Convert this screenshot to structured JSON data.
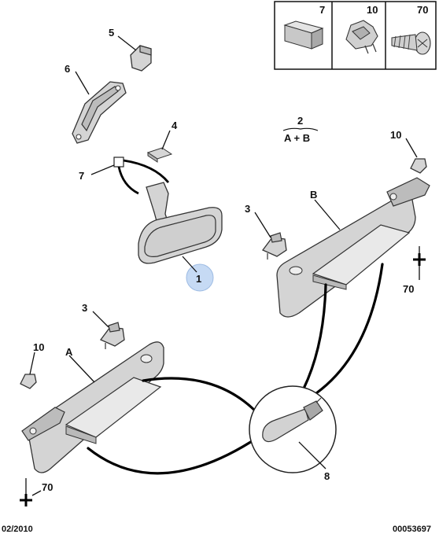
{
  "legend": {
    "items": [
      {
        "ref": "7"
      },
      {
        "ref": "10"
      },
      {
        "ref": "70"
      }
    ]
  },
  "callouts": {
    "c1": "1",
    "c2_top": "2",
    "c2_bottom": "A + B",
    "c3_right": "3",
    "c3_left": "3",
    "c4": "4",
    "c5": "5",
    "c6": "6",
    "c7": "7",
    "c8": "8",
    "c10_right": "10",
    "c10_left": "10",
    "c70_right": "70",
    "c70_left": "70",
    "visor_a": "A",
    "visor_b": "B"
  },
  "footer": {
    "date": "02/2010",
    "ref_number": "00053697"
  },
  "colors": {
    "highlight_marker": "#c6daf4",
    "part_fill": "#d4d4d4"
  }
}
